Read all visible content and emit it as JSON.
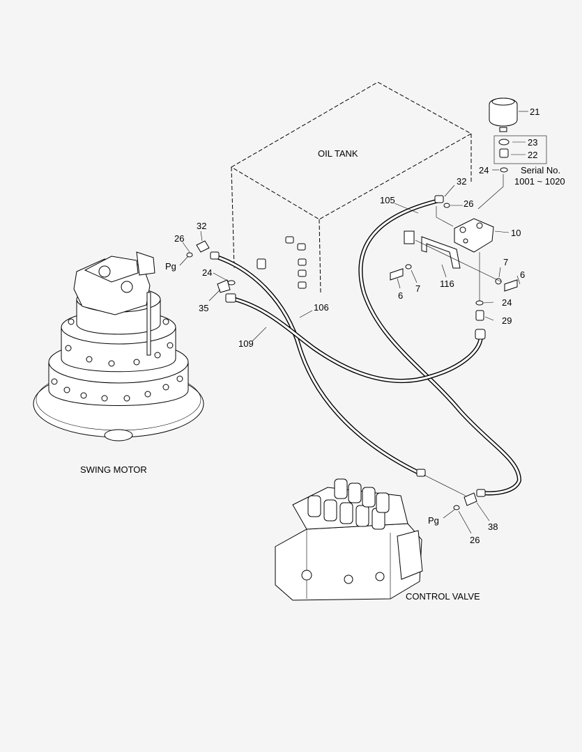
{
  "labels": {
    "oil_tank": "OIL TANK",
    "swing_motor": "SWING MOTOR",
    "control_valve": "CONTROL VALVE",
    "serial_line1": "Serial No.",
    "serial_line2": "1001 ~ 1020",
    "pg_left": "Pg",
    "pg_right": "Pg"
  },
  "part_numbers": {
    "p21": "21",
    "p23": "23",
    "p22": "22",
    "p24_top": "24",
    "p32_right": "32",
    "p105": "105",
    "p26_top": "26",
    "p10": "10",
    "p32_left": "32",
    "p26_left": "26",
    "p24_left": "24",
    "p35": "35",
    "p106": "106",
    "p109": "109",
    "p7_right": "7",
    "p6_right": "6",
    "p6_left": "6",
    "p7_left": "7",
    "p116": "116",
    "p24_bottom": "24",
    "p29": "29",
    "p38": "38",
    "p26_bottom": "26"
  },
  "colors": {
    "line": "#000000",
    "background": "#f5f5f5"
  }
}
